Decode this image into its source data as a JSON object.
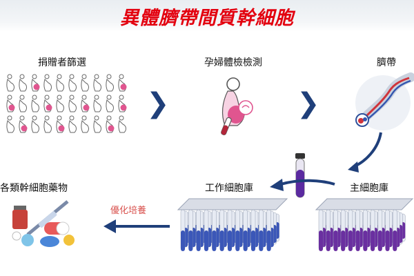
{
  "title": "異體臍帶間質幹細胞",
  "steps": {
    "donor_screening": "捐贈者篩選",
    "pregnancy_check": "孕婦體檢檢測",
    "umbilical_cord": "臍帶",
    "master_bank": "主細胞庫",
    "working_bank": "工作細胞庫",
    "drugs": "各類幹細胞藥物"
  },
  "arrow_label": "優化培養",
  "colors": {
    "title": "#e3000f",
    "chevron": "#1f3f7a",
    "pregnant_pink": "#e0558f",
    "tube_blue": "#3b57b8",
    "tube_purple": "#6a2fa0"
  },
  "icons": [
    "pregnant-woman-icon",
    "chevron-right-icon",
    "umbilical-cord-icon",
    "test-tube-icon",
    "tube-rack-icon",
    "medicine-icon",
    "arrow-left-icon",
    "arrow-down-left-icon"
  ]
}
